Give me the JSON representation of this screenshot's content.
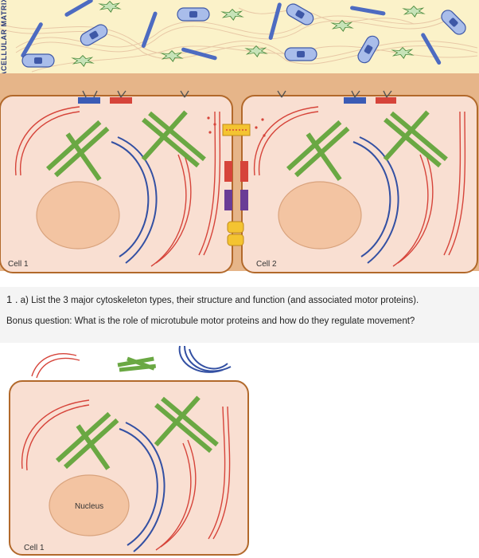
{
  "figure": {
    "ecm_label": "EXTRACELLULAR MATRIX",
    "cell1_label": "Cell 1",
    "cell2_label": "Cell 2"
  },
  "questions": {
    "q1_number": "1 .",
    "q1_text": " a)  List the 3 major cytoskeleton types, their structure and function (and associated motor proteins).",
    "bonus_text": "Bonus question: What is the role of microtubule motor proteins and how do they regulate movement?"
  },
  "lower_diagram": {
    "nucleus_label": "Nucleus",
    "cell_label": "Cell 1"
  },
  "colors": {
    "ecm": "#fbf2c9",
    "membrane_band": "#e6b589",
    "cytoplasm": "#f9dfd2",
    "cell_border": "#b2692b",
    "nucleus": "#f3c4a2",
    "actin_red": "#d6443a",
    "microtubule_blue": "#3350a3",
    "intermediate_green": "#6aa843",
    "junction_yellow": "#f4c431",
    "junction_purple": "#6a3c96"
  }
}
